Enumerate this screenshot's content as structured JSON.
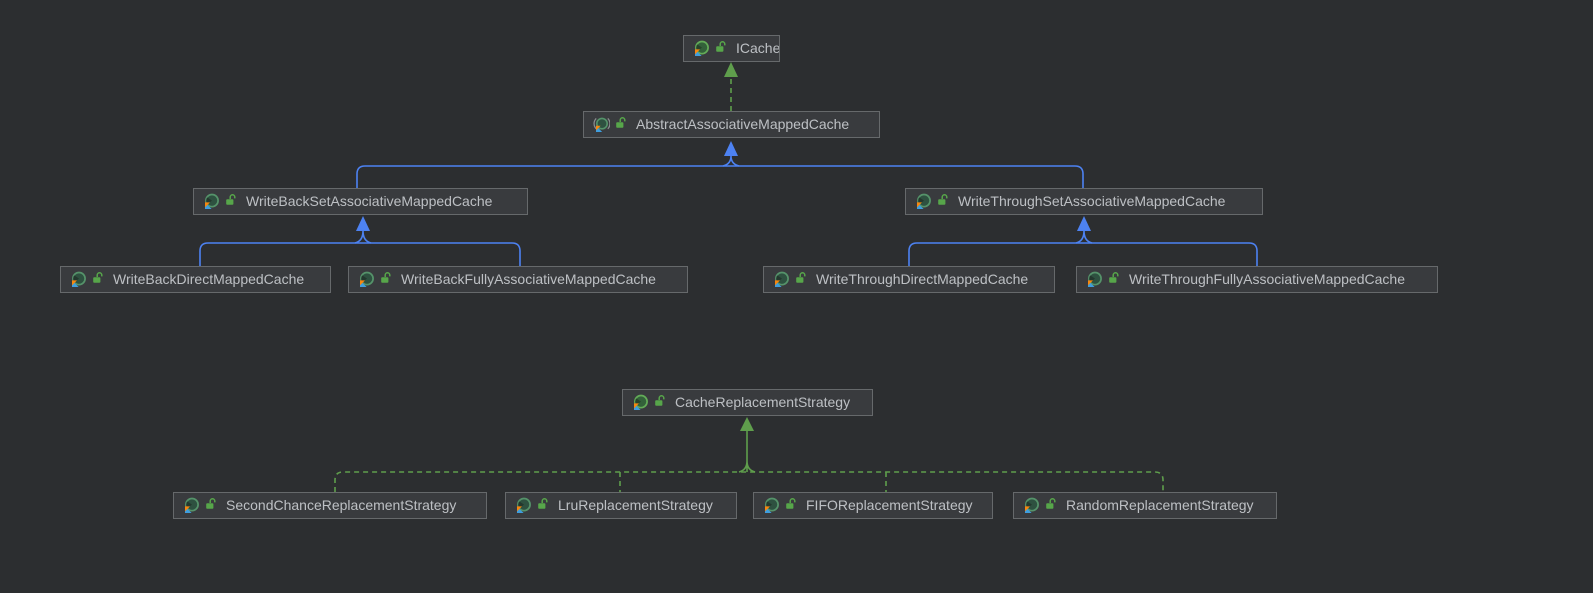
{
  "diagram": {
    "type": "uml-class-diagram",
    "tool": "IntelliJ IDEA diagram canvas",
    "nodes": {
      "icache": {
        "label": "ICache",
        "kind": "interface"
      },
      "abstract_cache": {
        "label": "AbstractAssociativeMappedCache",
        "kind": "abstract-class"
      },
      "wb_set": {
        "label": "WriteBackSetAssociativeMappedCache",
        "kind": "class"
      },
      "wt_set": {
        "label": "WriteThroughSetAssociativeMappedCache",
        "kind": "class"
      },
      "wb_direct": {
        "label": "WriteBackDirectMappedCache",
        "kind": "class"
      },
      "wb_fully": {
        "label": "WriteBackFullyAssociativeMappedCache",
        "kind": "class"
      },
      "wt_direct": {
        "label": "WriteThroughDirectMappedCache",
        "kind": "class"
      },
      "wt_fully": {
        "label": "WriteThroughFullyAssociativeMappedCache",
        "kind": "class"
      },
      "crs": {
        "label": "CacheReplacementStrategy",
        "kind": "interface"
      },
      "second_chance": {
        "label": "SecondChanceReplacementStrategy",
        "kind": "class"
      },
      "lru": {
        "label": "LruReplacementStrategy",
        "kind": "class"
      },
      "fifo": {
        "label": "FIFOReplacementStrategy",
        "kind": "class"
      },
      "random": {
        "label": "RandomReplacementStrategy",
        "kind": "class"
      }
    },
    "edges": [
      {
        "from": "AbstractAssociativeMappedCache",
        "to": "ICache",
        "type": "implements"
      },
      {
        "from": "WriteBackSetAssociativeMappedCache",
        "to": "AbstractAssociativeMappedCache",
        "type": "extends"
      },
      {
        "from": "WriteThroughSetAssociativeMappedCache",
        "to": "AbstractAssociativeMappedCache",
        "type": "extends"
      },
      {
        "from": "WriteBackDirectMappedCache",
        "to": "WriteBackSetAssociativeMappedCache",
        "type": "extends"
      },
      {
        "from": "WriteBackFullyAssociativeMappedCache",
        "to": "WriteBackSetAssociativeMappedCache",
        "type": "extends"
      },
      {
        "from": "WriteThroughDirectMappedCache",
        "to": "WriteThroughSetAssociativeMappedCache",
        "type": "extends"
      },
      {
        "from": "WriteThroughFullyAssociativeMappedCache",
        "to": "WriteThroughSetAssociativeMappedCache",
        "type": "extends"
      },
      {
        "from": "SecondChanceReplacementStrategy",
        "to": "CacheReplacementStrategy",
        "type": "implements"
      },
      {
        "from": "LruReplacementStrategy",
        "to": "CacheReplacementStrategy",
        "type": "implements"
      },
      {
        "from": "FIFOReplacementStrategy",
        "to": "CacheReplacementStrategy",
        "type": "implements"
      },
      {
        "from": "RandomReplacementStrategy",
        "to": "CacheReplacementStrategy",
        "type": "implements"
      }
    ],
    "colors": {
      "canvas_bg": "#2c2e30",
      "node_bg": "#393b3e",
      "node_border": "#66696b",
      "node_text": "#bdc0c4",
      "extends_edge": "#4d82f2",
      "implements_edge": "#5f9e4c",
      "kotlin_orange": "#f8870e",
      "kotlin_blue": "#3f9ede",
      "lock_green": "#57a64a"
    }
  }
}
